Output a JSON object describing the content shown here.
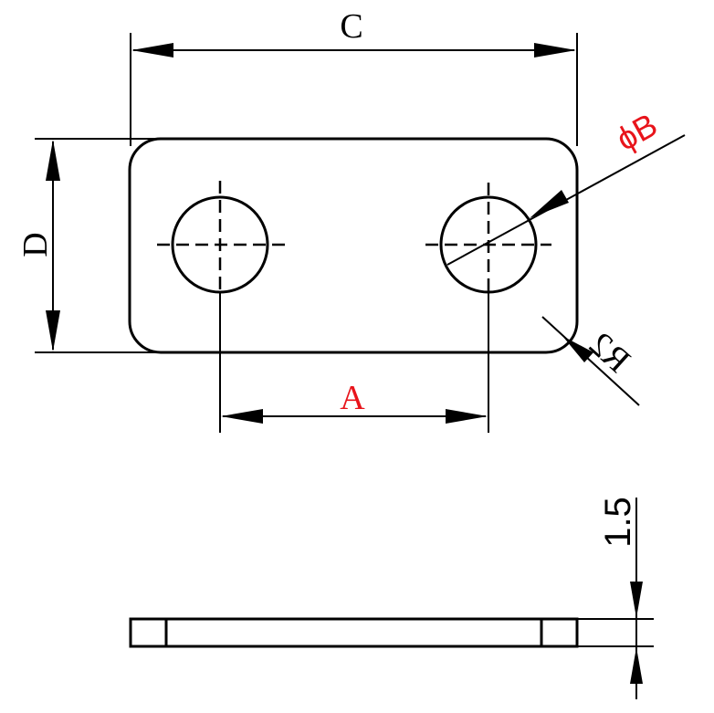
{
  "labels": {
    "C": "C",
    "D": "D",
    "A": "A",
    "B": "ϕB",
    "R2": "R2",
    "thickness": "1.5"
  },
  "colors": {
    "line": "#000000",
    "highlight": "#e8141b",
    "background": "#ffffff"
  }
}
